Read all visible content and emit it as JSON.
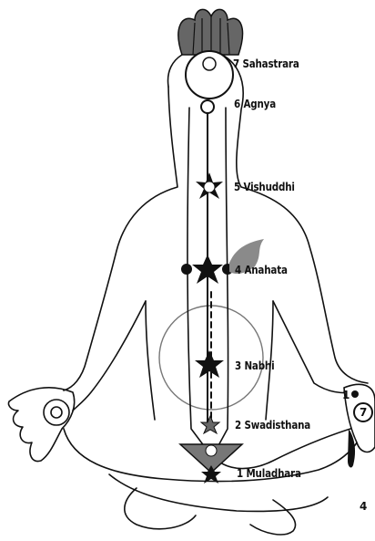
{
  "chakras": [
    {
      "number": "7",
      "name": "Sahastrara"
    },
    {
      "number": "6",
      "name": "Agnya"
    },
    {
      "number": "5",
      "name": "Vishuddhi"
    },
    {
      "number": "4",
      "name": "Anahata"
    },
    {
      "number": "3",
      "name": "Nabhi"
    },
    {
      "number": "2",
      "name": "Swadisthana"
    },
    {
      "number": "1",
      "name": "Muladhara"
    }
  ],
  "hand_marks": {
    "top": "1",
    "circle": "7",
    "bottom": "4"
  },
  "colors": {
    "line": "#111111",
    "lotus": "#666666",
    "flame": "#8a8a8a",
    "background": "#ffffff"
  }
}
